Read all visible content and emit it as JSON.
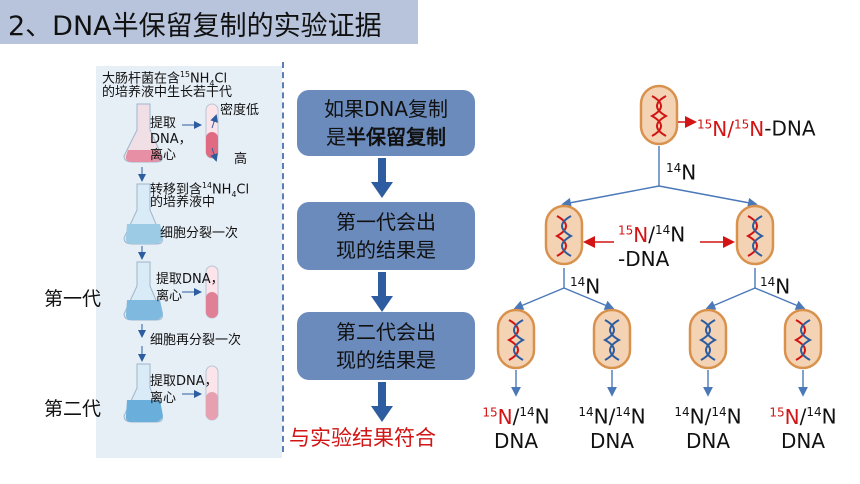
{
  "title": "2、DNA半保留复制的实验证据",
  "left": {
    "line1": "大肠杆菌在含",
    "line2": "的培养液中生长若干代",
    "iso15": "15",
    "nh": "NH",
    "sub4": "4",
    "cl": "Cl",
    "extract1a": "提取",
    "extract1b": "DNA，",
    "extract1c": "离心",
    "density_low": "密度低",
    "density_high": "高",
    "transfer1": "转移到含",
    "iso14": "14",
    "transfer2": "的培养液中",
    "divide_once": "细胞分裂一次",
    "extract2a": "提取DNA，",
    "extract2b": "离心",
    "divide_again": "细胞再分裂一次",
    "extract3a": "提取DNA，",
    "extract3b": "离心",
    "gen1": "第一代",
    "gen2": "第二代"
  },
  "middle": {
    "box1_line1": "如果DNA复制",
    "box1_pre": "是",
    "box1_bold": "半保留复制",
    "box2_line1": "第一代会出",
    "box2_line2": "现的结果是",
    "box3_line1": "第二代会出",
    "box3_line2": "现的结果是",
    "result": "与实验结果符合"
  },
  "right": {
    "n15": "15",
    "n14": "14",
    "N": "N",
    "slash": "/",
    "dna_suffix": "-DNA",
    "dna_prefix": "-DNA",
    "dna": "DNA"
  },
  "colors": {
    "title_bg": "#b7c4dc",
    "panel_bg": "#e6eef6",
    "box_bg": "#6b8bbc",
    "arrow": "#2d5da0",
    "red": "#d21414",
    "cell_fill": "#f3d3b3",
    "cell_stroke": "#d9924d"
  }
}
